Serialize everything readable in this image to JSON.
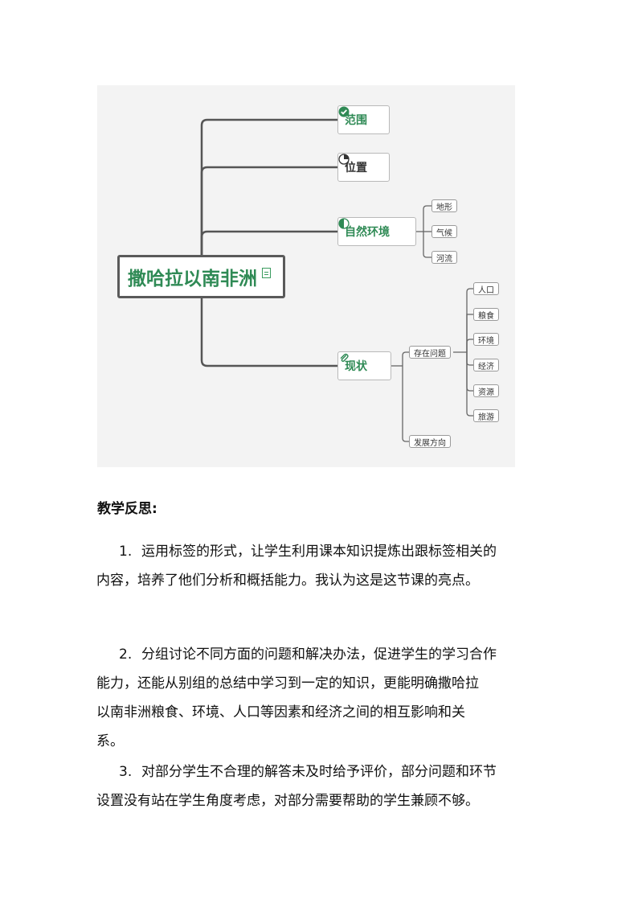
{
  "mindmap": {
    "central": "撒哈拉以南非洲",
    "branches": [
      {
        "label": "范围",
        "icon": "check-circle-icon"
      },
      {
        "label": "位置",
        "icon": "quarter-pie-icon"
      },
      {
        "label": "自然环境",
        "icon": "half-circle-icon",
        "children": [
          "地形",
          "气候",
          "河流"
        ]
      },
      {
        "label": "现状",
        "icon": "paperclip-icon",
        "children": [
          {
            "label": "存在问题",
            "children": [
              "人口",
              "粮食",
              "环境",
              "经济",
              "资源",
              "旅游"
            ]
          },
          {
            "label": "发展方向"
          }
        ]
      }
    ],
    "colors": {
      "accent": "#2f8a55",
      "line": "#555555",
      "background": "#f3f3f3"
    }
  },
  "reflection": {
    "heading": "教学反思:",
    "items": [
      {
        "num": "1.",
        "lines": [
          "运用标签的形式，让学生利用课本知识提炼出跟标签相关的",
          "内容，培养了他们分析和概括能力。我认为这是这节课的亮点。"
        ]
      },
      {
        "num": "2.",
        "lines": [
          "分组讨论不同方面的问题和解决办法，促进学生的学习合作",
          "能力，还能从别组的总结中学习到一定的知识，更能明确撒哈拉",
          "以南非洲粮食、环境、人口等因素和经济之间的相互影响和关",
          "系。"
        ]
      },
      {
        "num": "3.",
        "lines": [
          "对部分学生不合理的解答未及时给予评价，部分问题和环节",
          "设置没有站在学生角度考虑，对部分需要帮助的学生兼顾不够。"
        ]
      }
    ]
  }
}
